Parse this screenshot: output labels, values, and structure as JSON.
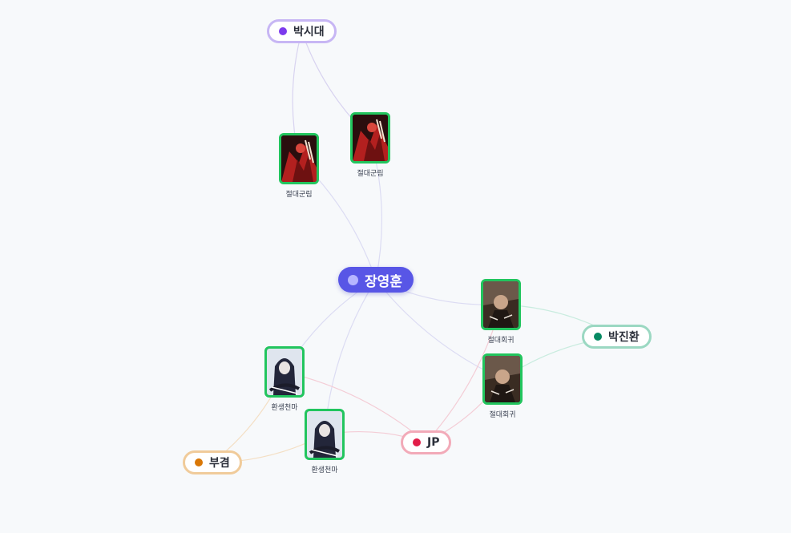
{
  "center_person": {
    "name": "장영훈",
    "color": "#5856e6"
  },
  "people": [
    {
      "id": "park_sidae",
      "name": "박시대",
      "color": "#7c3aed",
      "border": "#c7b6f4"
    },
    {
      "id": "park_jinhwan",
      "name": "박진환",
      "color": "#078a63",
      "border": "#9bd8c2"
    },
    {
      "id": "jp",
      "name": "JP",
      "color": "#e11d48",
      "border": "#f2aab8"
    },
    {
      "id": "bugyeom",
      "name": "부겸",
      "color": "#d97706",
      "border": "#f0cb9a"
    }
  ],
  "works": [
    {
      "id": "gunrim1",
      "title": "절대군림",
      "cover": "red"
    },
    {
      "id": "gunrim2",
      "title": "절대군림",
      "cover": "red"
    },
    {
      "id": "hoegwi1",
      "title": "절대회귀",
      "cover": "brown"
    },
    {
      "id": "hoegwi2",
      "title": "절대회귀",
      "cover": "brown"
    },
    {
      "id": "cheonma1",
      "title": "환생천마",
      "cover": "blue"
    },
    {
      "id": "cheonma2",
      "title": "환생천마",
      "cover": "blue"
    }
  ],
  "edges": [
    {
      "from": "park_sidae",
      "to": "gunrim1",
      "color": "#d8d3f0"
    },
    {
      "from": "park_sidae",
      "to": "gunrim2",
      "color": "#d8d3f0"
    },
    {
      "from": "center",
      "to": "gunrim1",
      "color": "#dcdcf3"
    },
    {
      "from": "center",
      "to": "gunrim2",
      "color": "#dcdcf3"
    },
    {
      "from": "center",
      "to": "hoegwi1",
      "color": "#dcdcf3"
    },
    {
      "from": "center",
      "to": "hoegwi2",
      "color": "#dcdcf3"
    },
    {
      "from": "center",
      "to": "cheonma1",
      "color": "#dcdcf3"
    },
    {
      "from": "center",
      "to": "cheonma2",
      "color": "#dcdcf3"
    },
    {
      "from": "park_jinhwan",
      "to": "hoegwi1",
      "color": "#c9ecdf"
    },
    {
      "from": "park_jinhwan",
      "to": "hoegwi2",
      "color": "#c9ecdf"
    },
    {
      "from": "jp",
      "to": "hoegwi1",
      "color": "#f4cdd6"
    },
    {
      "from": "jp",
      "to": "hoegwi2",
      "color": "#f4cdd6"
    },
    {
      "from": "jp",
      "to": "cheonma1",
      "color": "#f4cdd6"
    },
    {
      "from": "jp",
      "to": "cheonma2",
      "color": "#f4cdd6"
    },
    {
      "from": "bugyeom",
      "to": "cheonma1",
      "color": "#f4dfc4"
    },
    {
      "from": "bugyeom",
      "to": "cheonma2",
      "color": "#f4dfc4"
    }
  ]
}
